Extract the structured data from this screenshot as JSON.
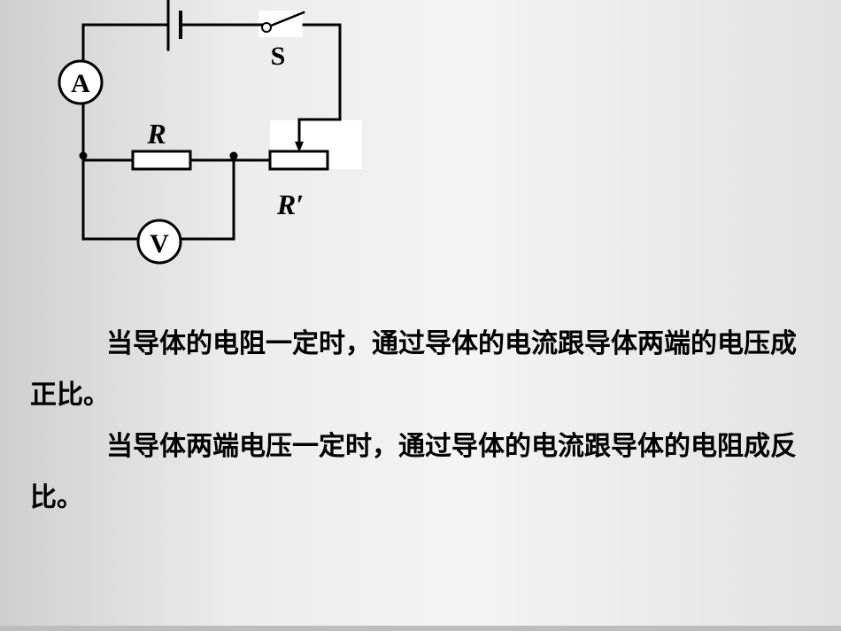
{
  "circuit": {
    "ammeter_label": "A",
    "voltmeter_label": "V",
    "switch_label": "S",
    "resistor_label": "R",
    "rheostat_label": "R′"
  },
  "text": {
    "paragraph_1": "当导体的电阻一定时，通过导体的电流跟导体两端的电压成正比。",
    "paragraph_2": "当导体两端电压一定时，通过导体的电流跟导体的电阻成反比。"
  }
}
